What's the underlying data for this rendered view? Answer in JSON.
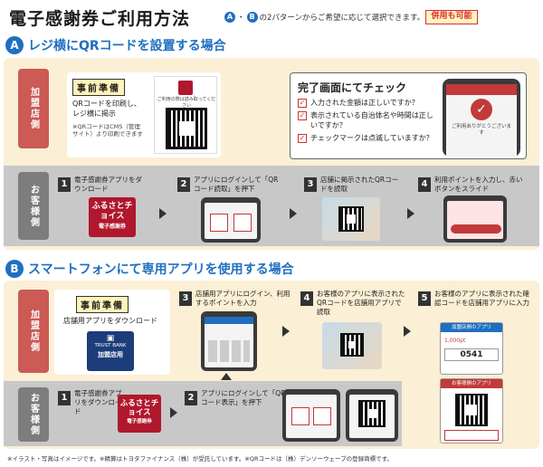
{
  "header": {
    "title": "電子感謝券ご利用方法",
    "a_letter": "A",
    "b_letter": "B",
    "subtitle": "の2パターンからご希望に応じて選択できます。",
    "badge": "併用も可能"
  },
  "section_a": {
    "letter": "A",
    "heading": "レジ横にQRコードを設置する場合",
    "store_label": "加盟店側",
    "customer_label": "お客様側",
    "prep_title": "事前準備",
    "prep_text": "QRコードを印刷し、レジ横に掲示",
    "prep_note": "※QRコードはCMS（管理サイト）より印刷できます",
    "qr_card_caption": "ご利用の際は読み取ってください",
    "check_title": "完了画面にてチェック",
    "checks": [
      "入力された金額は正しいですか？",
      "表示されている自治体名や時間は正しいですか？",
      "チェックマークは点滅していますか？"
    ],
    "phone_done_text": "ご利用ありがとうございます",
    "steps": [
      {
        "num": "1",
        "text": "電子感謝券アプリをダウンロード"
      },
      {
        "num": "2",
        "text": "アプリにログインして「QRコード読取」を押下"
      },
      {
        "num": "3",
        "text": "店舗に掲示されたQRコードを読取"
      },
      {
        "num": "4",
        "text": "利用ポイントを入力し、赤いボタンをスライド"
      }
    ],
    "app_logo": "ふるさとチョイス",
    "app_logo_sub": "電子感謝券"
  },
  "section_b": {
    "letter": "B",
    "heading": "スマートフォンにて専用アプリを使用する場合",
    "store_label": "加盟店側",
    "customer_label": "お客様側",
    "prep_title": "事前準備",
    "prep_text": "店舗用アプリをダウンロード",
    "trust_bank": "TRUST BANK",
    "store_app": "加盟店用",
    "store_steps": [
      {
        "num": "3",
        "text": "店舗用アプリにログイン、利用するポイントを入力"
      },
      {
        "num": "4",
        "text": "お客様のアプリに表示されたQRコードを店舗用アプリで読取"
      },
      {
        "num": "5",
        "text": "お客様のアプリに表示された確認コードを店舗用アプリに入力"
      }
    ],
    "customer_steps": [
      {
        "num": "1",
        "text": "電子感謝券アプリをダウンロード"
      },
      {
        "num": "2",
        "text": "アプリにログインして「QRコード表示」を押下"
      }
    ],
    "store_app_label": "加盟店側のアプリ",
    "customer_app_label": "お客様側のアプリ",
    "points": "1,000pt",
    "code": "0541",
    "app_logo": "ふるさとチョイス",
    "app_logo_sub": "電子感謝券"
  },
  "footer": "※イラスト・写真はイメージです。※精算はトヨタファイナンス（株）が受託しています。※QRコードは（株）デンソーウェーブの登録商標です。"
}
